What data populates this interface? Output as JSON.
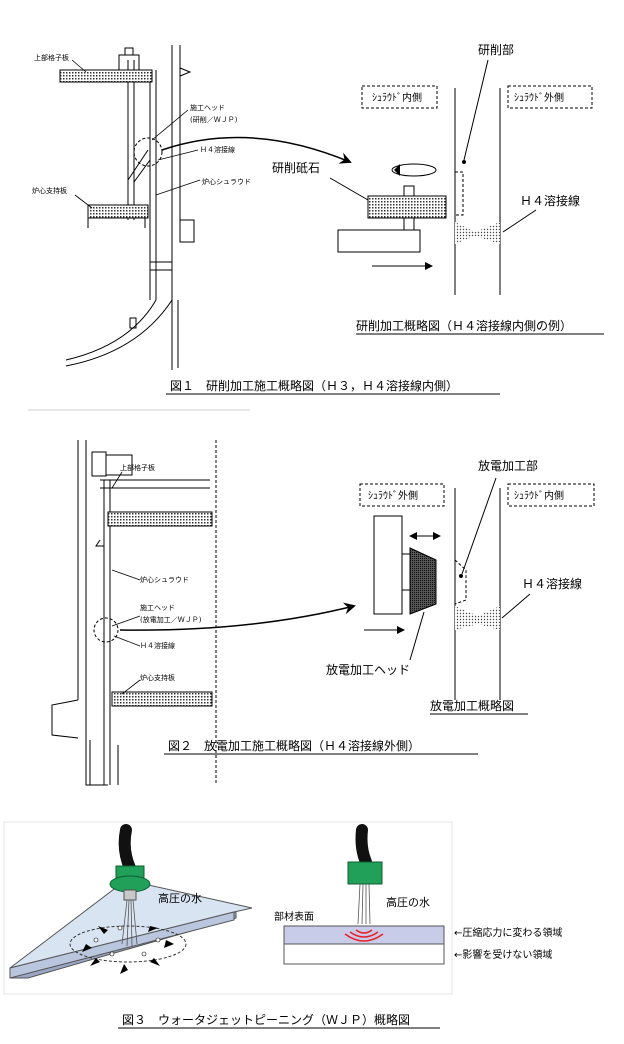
{
  "fig1": {
    "caption": "図１　研削加工施工概略図（Ｈ３，Ｈ４溶接線内側）",
    "left_labels": {
      "upper_grid": "上部格子板",
      "work_head_1": "施工ヘッド",
      "work_head_2": "(研削／ＷＪＰ)",
      "h4_weld": "Ｈ４溶接線",
      "core_support": "炉心支持板",
      "core_shroud": "炉心シュラウド"
    },
    "detail": {
      "grinding_part": "研削部",
      "shroud_inside": "ｼｭﾗｳﾄﾞ内側",
      "shroud_outside": "ｼｭﾗｳﾄﾞ外側",
      "grinding_stone": "研削砥石",
      "h4_weld": "Ｈ４溶接線",
      "title": "研削加工概略図（Ｈ４溶接線内側の例）"
    }
  },
  "fig2": {
    "caption": "図２　放電加工施工概略図（Ｈ４溶接線外側）",
    "left_labels": {
      "upper_grid": "上部格子板",
      "core_shroud": "炉心シュラウド",
      "work_head_1": "施工ヘッド",
      "work_head_2": "(放電加工／ＷＪＰ)",
      "h4_weld": "Ｈ４溶接線",
      "core_support": "炉心支持板"
    },
    "detail": {
      "edm_part": "放電加工部",
      "shroud_outside": "ｼｭﾗｳﾄﾞ外側",
      "shroud_inside": "ｼｭﾗｳﾄﾞ内側",
      "h4_weld": "Ｈ４溶接線",
      "edm_head": "放電加工ヘッド",
      "title": "放電加工概略図"
    }
  },
  "fig3": {
    "caption": "図３　ウォータジェットピーニング（ＷＪＰ）概略図",
    "hp_water_left": "高圧の水",
    "hp_water_right": "高圧の水",
    "surface": "部材表面",
    "compressive": "←圧縮応力に変わる領域",
    "unaffected": "←影響を受けない領域"
  },
  "colors": {
    "nozzle_green": "#21a05a",
    "plate_top": "#d9e4f2",
    "compressed_layer": "#c8cce8",
    "stress_red": "#e8202a"
  }
}
